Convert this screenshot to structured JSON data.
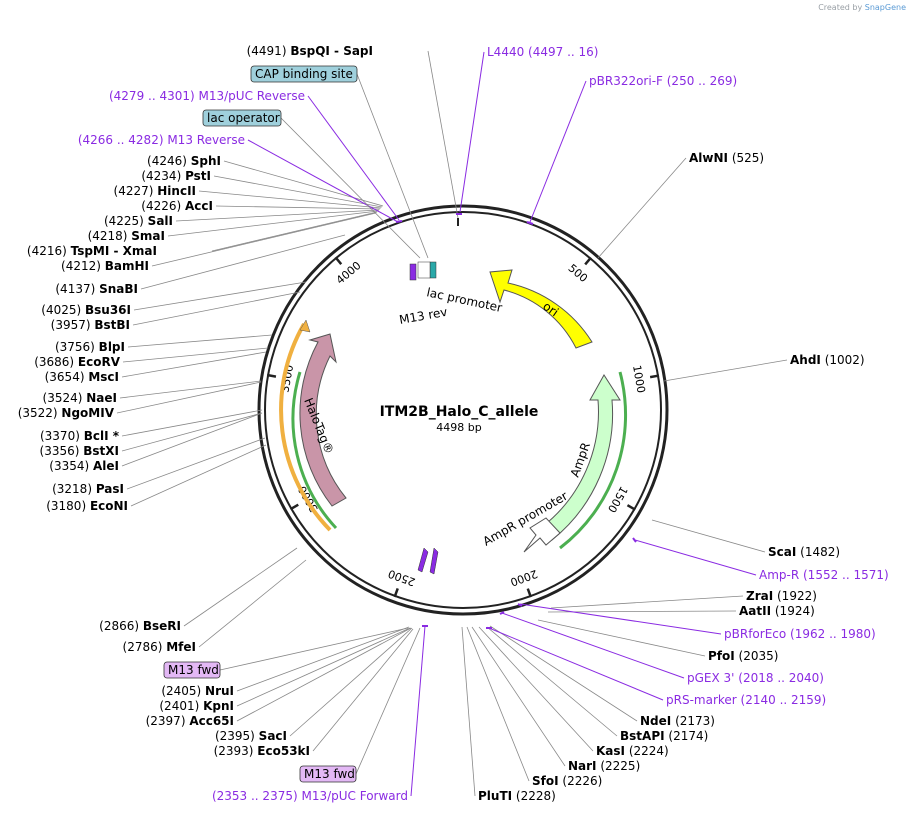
{
  "brand": {
    "created_by": "Created by",
    "app": "SnapGene"
  },
  "plasmid": {
    "name": "ITM2B_Halo_C_allele",
    "length": "4498 bp"
  },
  "ruler_ticks": [
    {
      "bp": 500,
      "label": "500"
    },
    {
      "bp": 1000,
      "label": "1000"
    },
    {
      "bp": 1500,
      "label": "1500"
    },
    {
      "bp": 2000,
      "label": "2000"
    },
    {
      "bp": 2500,
      "label": "2500"
    },
    {
      "bp": 3000,
      "label": "3000"
    },
    {
      "bp": 3500,
      "label": "3500"
    },
    {
      "bp": 4000,
      "label": "4000"
    }
  ],
  "sites_left": [
    {
      "pos": "(4491)",
      "name": "BspQI",
      "extra": " - SapI"
    },
    {
      "pos": "(4246)",
      "name": "SphI"
    },
    {
      "pos": "(4234)",
      "name": "PstI"
    },
    {
      "pos": "(4227)",
      "name": "HincII"
    },
    {
      "pos": "(4226)",
      "name": "AccI"
    },
    {
      "pos": "(4225)",
      "name": "SalI"
    },
    {
      "pos": "(4218)",
      "name": "SmaI"
    },
    {
      "pos": "(4216)",
      "name": "TspMI",
      "extra": " - XmaI"
    },
    {
      "pos": "(4212)",
      "name": "BamHI"
    },
    {
      "pos": "(4137)",
      "name": "SnaBI"
    },
    {
      "pos": "(4025)",
      "name": "Bsu36I"
    },
    {
      "pos": "(3957)",
      "name": "BstBI"
    },
    {
      "pos": "(3756)",
      "name": "BlpI"
    },
    {
      "pos": "(3686)",
      "name": "EcoRV"
    },
    {
      "pos": "(3654)",
      "name": "MscI"
    },
    {
      "pos": "(3524)",
      "name": "NaeI"
    },
    {
      "pos": "(3522)",
      "name": "NgoMIV"
    },
    {
      "pos": "(3370)",
      "name": "BclI *"
    },
    {
      "pos": "(3356)",
      "name": "BstXI"
    },
    {
      "pos": "(3354)",
      "name": "AleI"
    },
    {
      "pos": "(3218)",
      "name": "PasI"
    },
    {
      "pos": "(3180)",
      "name": "EcoNI"
    },
    {
      "pos": "(2866)",
      "name": "BseRI"
    },
    {
      "pos": "(2786)",
      "name": "MfeI"
    },
    {
      "pos": "(2405)",
      "name": "NruI"
    },
    {
      "pos": "(2401)",
      "name": "KpnI"
    },
    {
      "pos": "(2397)",
      "name": "Acc65I"
    },
    {
      "pos": "(2395)",
      "name": "SacI"
    },
    {
      "pos": "(2393)",
      "name": "Eco53kI"
    }
  ],
  "sites_right": [
    {
      "name": "AlwNI",
      "pos": "(525)"
    },
    {
      "name": "AhdI",
      "pos": "(1002)"
    },
    {
      "name": "ScaI",
      "pos": "(1482)"
    },
    {
      "name": "ZraI",
      "pos": "(1922)"
    },
    {
      "name": "AatII",
      "pos": "(1924)"
    },
    {
      "name": "PfoI",
      "pos": "(2035)"
    },
    {
      "name": "NdeI",
      "pos": "(2173)"
    },
    {
      "name": "BstAPI",
      "pos": "(2174)"
    },
    {
      "name": "KasI",
      "pos": "(2224)"
    },
    {
      "name": "NarI",
      "pos": "(2225)"
    },
    {
      "name": "SfoI",
      "pos": "(2226)"
    },
    {
      "name": "PluTI",
      "pos": "(2228)"
    }
  ],
  "primers": [
    {
      "name": "L4440",
      "range": "(4497 .. 16)"
    },
    {
      "name": "pBR322ori-F",
      "range": "(250 .. 269)"
    },
    {
      "name": "M13/pUC Reverse",
      "range": "(4279 .. 4301)"
    },
    {
      "name": "M13 Reverse",
      "range": "(4266 .. 4282)"
    },
    {
      "name": "Amp-R",
      "range": "(1552 .. 1571)"
    },
    {
      "name": "pBRforEco",
      "range": "(1962 .. 1980)"
    },
    {
      "name": "pGEX 3'",
      "range": "(2018 .. 2040)"
    },
    {
      "name": "pRS-marker",
      "range": "(2140 .. 2159)"
    },
    {
      "name": "M13/pUC Forward",
      "range": "(2353 .. 2375)"
    }
  ],
  "boxed_features": [
    {
      "name": "CAP binding site",
      "color": "#9fd0dc"
    },
    {
      "name": "lac operator",
      "color": "#9fd0dc"
    },
    {
      "name": "M13 fwd",
      "color": "#e3b8f5"
    },
    {
      "name": "M13 fwd",
      "color": "#e3b8f5"
    }
  ],
  "features": [
    {
      "name": "ori",
      "color": "#ffff00"
    },
    {
      "name": "AmpR",
      "color": "#ccffcc"
    },
    {
      "name": "AmpR promoter",
      "color": "#ffffff"
    },
    {
      "name": "HaloTag®",
      "color": "#c995a8"
    },
    {
      "name": "lac promoter",
      "color": "#ffffff"
    },
    {
      "name": "M13 rev",
      "color": "#8a2be2"
    }
  ],
  "colors": {
    "primer": "#8a2be2",
    "backbone": "#222222",
    "orange_bar": "#f0b040",
    "green_bar": "#4caf50"
  }
}
